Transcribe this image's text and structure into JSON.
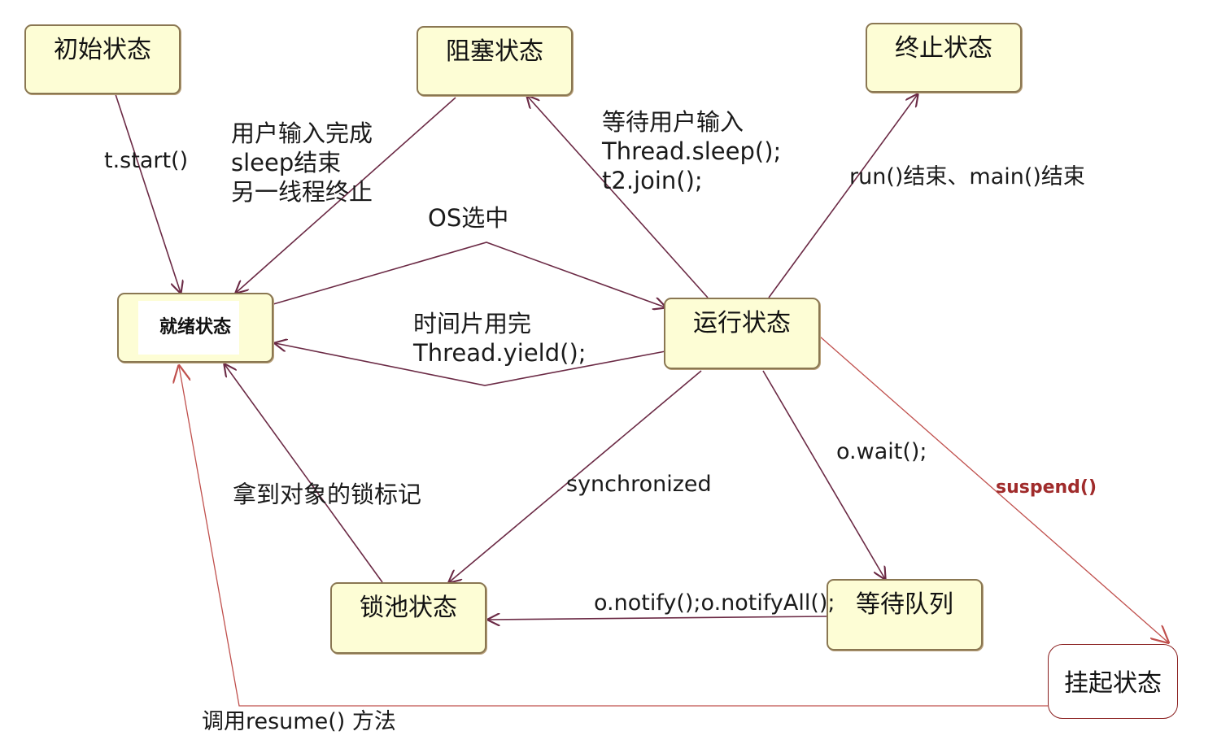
{
  "states": {
    "initial": "初始状态",
    "blocked": "阻塞状态",
    "terminated": "终止状态",
    "ready": "就绪状态",
    "running": "运行状态",
    "lock_pool": "锁池状态",
    "wait_queue": "等待队列",
    "suspended": "挂起状态"
  },
  "labels": {
    "start": "t.start()",
    "unblock_1": "用户输入完成",
    "unblock_2": "sleep结束",
    "unblock_3": "另一线程终止",
    "block_1": "等待用户输入",
    "block_2": "Thread.sleep();",
    "block_3": "t2.join();",
    "run_end": "run()结束、main()结束",
    "os_selected": "OS选中",
    "timeslice_1": "时间片用完",
    "timeslice_2": "Thread.yield();",
    "got_lock": "拿到对象的锁标记",
    "synchronized": "synchronized",
    "wait": "o.wait();",
    "suspend": "suspend()",
    "notify": "o.notify();o.notifyAll();",
    "resume": "调用resume() 方法"
  },
  "colors": {
    "arrow": "#6b2a45",
    "suspend_arrow": "#c0504d",
    "box_fill": "#fdfdd5"
  }
}
